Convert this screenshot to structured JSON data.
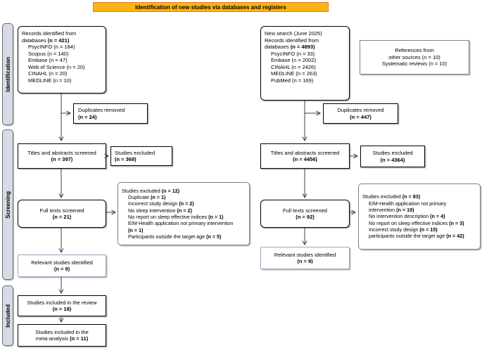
{
  "banner": {
    "label": "Identification of new studies via databases and registers"
  },
  "colors": {
    "banner_bg": "#FCB415",
    "banner_border": "#E87722",
    "stage_bg": "#D6DCE5"
  },
  "stages": [
    {
      "label": "Identification"
    },
    {
      "label": "Screening"
    },
    {
      "label": "Included"
    }
  ],
  "boxes": {
    "records_left": {
      "lines": [
        {
          "parts": [
            {
              "t": "Records identified from"
            }
          ]
        },
        {
          "parts": [
            {
              "t": "databases "
            },
            {
              "t": "(n = 421)",
              "b": true
            }
          ]
        },
        {
          "indent": true,
          "parts": [
            {
              "t": "PsycINFO (n = 184)"
            }
          ]
        },
        {
          "indent": true,
          "parts": [
            {
              "t": "Scopus (n = 140)"
            }
          ]
        },
        {
          "indent": true,
          "parts": [
            {
              "t": "Embase (n = 47)"
            }
          ]
        },
        {
          "indent": true,
          "parts": [
            {
              "t": "Web of Science (n = 20)"
            }
          ]
        },
        {
          "indent": true,
          "parts": [
            {
              "t": "CINAHL (n = 20)"
            }
          ]
        },
        {
          "indent": true,
          "parts": [
            {
              "t": "MEDLINE (n = 10)"
            }
          ]
        }
      ]
    },
    "records_right": {
      "lines": [
        {
          "parts": [
            {
              "t": "New search (June 2025)"
            }
          ]
        },
        {
          "parts": [
            {
              "t": "Records identified from"
            }
          ]
        },
        {
          "parts": [
            {
              "t": "databases "
            },
            {
              "t": "(n = 4893)",
              "b": true
            }
          ]
        },
        {
          "indent": true,
          "parts": [
            {
              "t": "PsycINFO (n = 33)"
            }
          ]
        },
        {
          "indent": true,
          "parts": [
            {
              "t": "Embase (n = 2002)"
            }
          ]
        },
        {
          "indent": true,
          "parts": [
            {
              "t": "CINAHL (n = 2426)"
            }
          ]
        },
        {
          "indent": true,
          "parts": [
            {
              "t": "MEDLINE (n = 263)"
            }
          ]
        },
        {
          "indent": true,
          "parts": [
            {
              "t": "PubMed (n = 169)"
            }
          ]
        }
      ]
    },
    "references": {
      "lines": [
        {
          "parts": [
            {
              "t": "References from"
            }
          ]
        },
        {
          "parts": [
            {
              "t": "other sources (n = 10)"
            }
          ]
        },
        {
          "parts": [
            {
              "t": "Systematic reviews (n = 10)"
            }
          ]
        }
      ]
    },
    "duplicates_left": {
      "lines": [
        {
          "parts": [
            {
              "t": "Duplicates removed"
            }
          ]
        },
        {
          "parts": [
            {
              "t": "(n = 24)",
              "b": true
            }
          ]
        }
      ]
    },
    "duplicates_right": {
      "lines": [
        {
          "parts": [
            {
              "t": "Duplicates removed"
            }
          ]
        },
        {
          "parts": [
            {
              "t": "(n = 447)",
              "b": true
            }
          ]
        }
      ]
    },
    "titles_left": {
      "lines": [
        {
          "parts": [
            {
              "t": "Titles and abstracts screened"
            }
          ]
        },
        {
          "parts": [
            {
              "t": "(n = 397)",
              "b": true
            }
          ]
        }
      ]
    },
    "excluded_titles_left": {
      "lines": [
        {
          "parts": [
            {
              "t": "Studies excluded"
            }
          ]
        },
        {
          "parts": [
            {
              "t": "(n = 368)",
              "b": true
            }
          ]
        }
      ]
    },
    "titles_right": {
      "lines": [
        {
          "parts": [
            {
              "t": "Titles and abstracts screened"
            }
          ]
        },
        {
          "parts": [
            {
              "t": "(n = 4456)",
              "b": true
            }
          ]
        }
      ]
    },
    "excluded_titles_right": {
      "lines": [
        {
          "parts": [
            {
              "t": "Studies excluded"
            }
          ]
        },
        {
          "parts": [
            {
              "t": "(n = 4364)",
              "b": true
            }
          ]
        }
      ]
    },
    "fulltext_left": {
      "lines": [
        {
          "parts": [
            {
              "t": "Full texts screened"
            }
          ]
        },
        {
          "parts": [
            {
              "t": "(n = 21)",
              "b": true
            }
          ]
        }
      ]
    },
    "excluded_full_left": {
      "lines": [
        {
          "parts": [
            {
              "t": "Studies excluded "
            },
            {
              "t": "(n = 12)",
              "b": true
            }
          ]
        },
        {
          "indent": true,
          "parts": [
            {
              "t": "Duplicate "
            },
            {
              "t": "(n = 1)",
              "b": true
            }
          ]
        },
        {
          "indent": true,
          "parts": [
            {
              "t": "Incorrect study design "
            },
            {
              "t": "(n = 2)",
              "b": true
            }
          ]
        },
        {
          "indent": true,
          "parts": [
            {
              "t": "No sleep intervention "
            },
            {
              "t": "(n = 2)",
              "b": true
            }
          ]
        },
        {
          "indent": true,
          "parts": [
            {
              "t": "No report on sleep effective indices "
            },
            {
              "t": "(n = 1)",
              "b": true
            }
          ]
        },
        {
          "indent": true,
          "parts": [
            {
              "t": "E/M-Health application not primary intervention"
            }
          ]
        },
        {
          "indent": true,
          "parts": [
            {
              "t": "(n = 1)",
              "b": true
            }
          ]
        },
        {
          "indent": true,
          "parts": [
            {
              "t": "Participants outside the target age "
            },
            {
              "t": "(n = 5)",
              "b": true
            }
          ]
        }
      ]
    },
    "fulltext_right": {
      "lines": [
        {
          "parts": [
            {
              "t": "Full texts screened"
            }
          ]
        },
        {
          "parts": [
            {
              "t": "(n = 92)",
              "b": true
            }
          ]
        }
      ]
    },
    "excluded_full_right": {
      "lines": [
        {
          "parts": [
            {
              "t": "Studies excluded "
            },
            {
              "t": "(n = 83)",
              "b": true
            }
          ]
        },
        {
          "indent": true,
          "parts": [
            {
              "t": "E/M-Health application not primary"
            }
          ]
        },
        {
          "indent": true,
          "parts": [
            {
              "t": "intervention "
            },
            {
              "t": "(n = 19)",
              "b": true
            }
          ]
        },
        {
          "indent": true,
          "parts": [
            {
              "t": "No intervention description "
            },
            {
              "t": "(n = 4)",
              "b": true
            }
          ]
        },
        {
          "indent": true,
          "parts": [
            {
              "t": "No report on sleep effective indices "
            },
            {
              "t": "(n = 3)",
              "b": true
            }
          ]
        },
        {
          "indent": true,
          "parts": [
            {
              "t": "Incorrect study design "
            },
            {
              "t": "(n = 15)",
              "b": true
            }
          ]
        },
        {
          "indent": true,
          "parts": [
            {
              "t": "participants outside the target age "
            },
            {
              "t": "(n = 42)",
              "b": true
            }
          ]
        }
      ]
    },
    "relevant_left": {
      "lines": [
        {
          "parts": [
            {
              "t": "Relevant studies identified"
            }
          ]
        },
        {
          "parts": [
            {
              "t": "(n = 9)",
              "b": true
            }
          ]
        }
      ]
    },
    "relevant_right": {
      "lines": [
        {
          "parts": [
            {
              "t": "Relevant studies identified"
            }
          ]
        },
        {
          "parts": [
            {
              "t": "(n = 9)",
              "b": true
            }
          ]
        }
      ]
    },
    "included_review": {
      "lines": [
        {
          "parts": [
            {
              "t": "Studies included in the review"
            }
          ]
        },
        {
          "parts": [
            {
              "t": "(n = 18)",
              "b": true
            }
          ]
        }
      ]
    },
    "included_meta": {
      "lines": [
        {
          "parts": [
            {
              "t": "Studies included in the"
            }
          ]
        },
        {
          "parts": [
            {
              "t": "meta-analysis "
            },
            {
              "t": "(n = 11)",
              "b": true
            }
          ]
        }
      ]
    }
  }
}
